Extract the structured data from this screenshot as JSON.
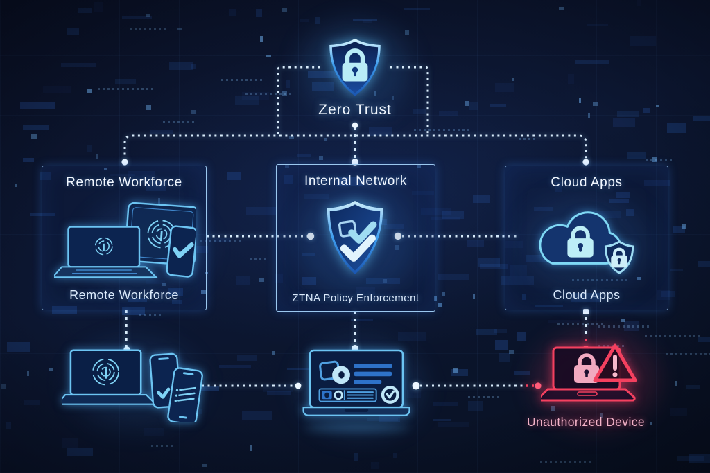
{
  "root": {
    "label": "Zero Trust"
  },
  "boxes": {
    "left": {
      "title": "Remote Workforce",
      "caption": "Remote Workforce"
    },
    "center": {
      "title": "Internal Network",
      "caption": "ZTNA Policy Enforcement"
    },
    "right": {
      "title": "Cloud Apps",
      "caption": "Cloud Apps"
    }
  },
  "bottom": {
    "unauthorized_label": "Unauthorized Device"
  },
  "icons": {
    "root": "shield-lock-icon",
    "left_box": "multi-device-auth-icon",
    "center_box": "shield-check-icon",
    "right_box": "cloud-lock-icon",
    "bottom_left": "user-devices-icon",
    "bottom_center": "ztna-dashboard-laptop-icon",
    "bottom_right": "warning-laptop-icon"
  },
  "colors": {
    "background": "#0a1126",
    "line": "#d9ecfb",
    "accent": "#7fd4f4",
    "box_border": "#9cc8ef",
    "text": "#f1f7ff",
    "caption_text": "#dcebfc",
    "alert_red": "#f4405f",
    "alert_pink": "#f3b3c8",
    "bar_blue": "#2e72c8"
  }
}
